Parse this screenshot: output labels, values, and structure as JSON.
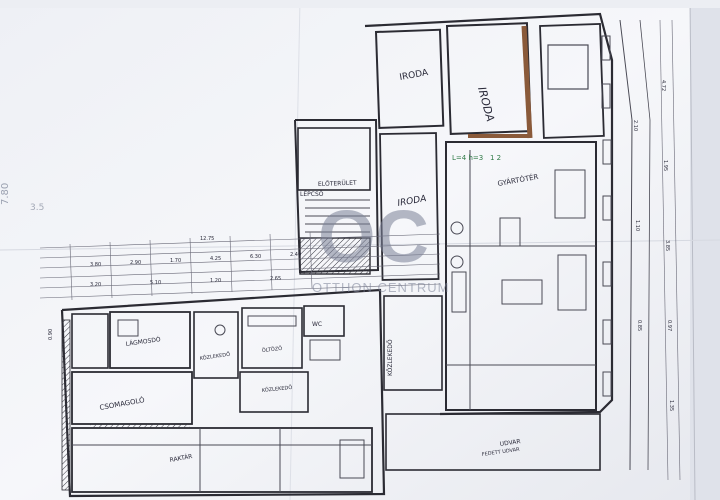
{
  "rooms": {
    "iroda_top": "IRODA",
    "iroda_top2": "IRODA",
    "iroda_mid": "IRODA",
    "elofogo": "ELŐTERÜLET",
    "dyartoter": "GYÁRTÓTÉR",
    "kozlekedo_right": "KÖZLEKEDŐ",
    "kozlekedo_left": "KÖZLEKEDŐ",
    "kozlekedo_mid": "KÖZLEKEDŐ",
    "oltozo": "ÖLTÖZŐ",
    "wc": "WC",
    "lakmosdo": "LÁGMOSDÓ",
    "csomagolo": "CSOMAGOLÓ",
    "raktar": "RAKTÁR",
    "udvar": "UDVAR",
    "fedett_udvar": "FEDETT UDVAR",
    "lepcso": "LÉPCSŐ"
  },
  "watermark": {
    "letters": "OC",
    "text": "OTTHON CENTRUM"
  },
  "dimensions": {
    "d1": "12.75",
    "d2": "3.80",
    "d3": "2.90",
    "d4": "1.70",
    "d5": "4.25",
    "d6": "6.30",
    "d7": "2.40",
    "d8": "3.20",
    "d9": "5.10",
    "d10": "1.20",
    "d11": "2.65",
    "d12": "0.90",
    "d13": "4.72",
    "d14": "1.95",
    "d15": "3.85",
    "d16": "0.97",
    "d17": "1.35",
    "d18": "2.10",
    "d19": "1.10",
    "d20": "0.85"
  },
  "colors": {
    "paper": "#f4f5f8",
    "ink": "#2b2b33",
    "brown_wall": "#8a5a3a",
    "green_mark": "#2f7a46"
  }
}
